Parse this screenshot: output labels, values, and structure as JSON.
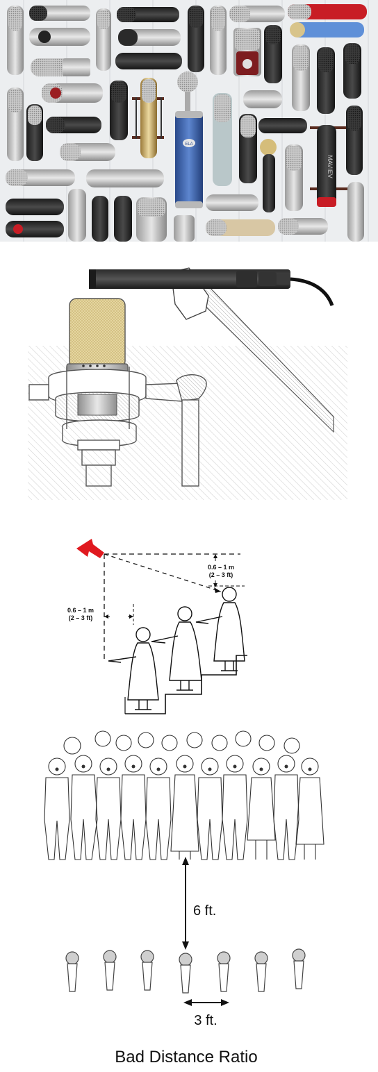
{
  "mic_collage": {
    "badge_text": "ELA",
    "side_text": "MAVIEV"
  },
  "placement_diagram": {
    "top_distance_line1": "0.6 – 1  m",
    "top_distance_line2": "(2 – 3 ft)",
    "side_distance_line1": "0.6 – 1  m",
    "side_distance_line2": "(2 – 3 ft)"
  },
  "choir_diagram": {
    "distance_label": "6 ft.",
    "spacing_label": "3 ft.",
    "caption": "Bad Distance Ratio"
  },
  "colors": {
    "arrow_red": "#e0191f",
    "blue_mic": "#3c63ae",
    "text": "#111111"
  }
}
